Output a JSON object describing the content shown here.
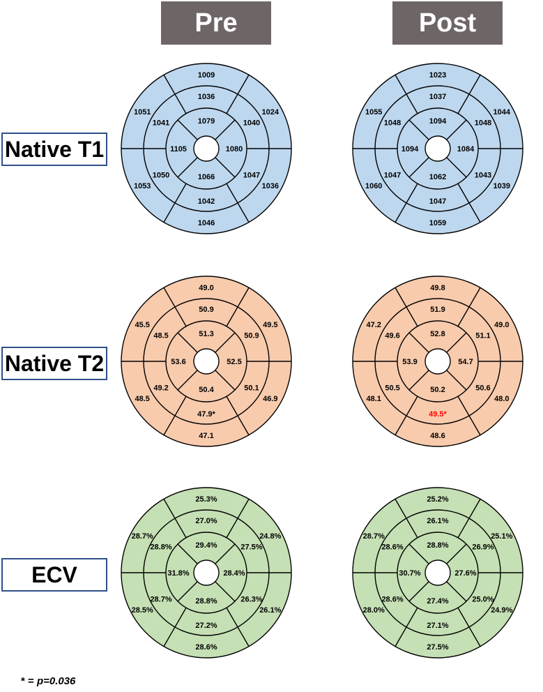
{
  "columns": {
    "pre": "Pre",
    "post": "Post"
  },
  "rows": {
    "t1": "Native T1",
    "t2": "Native T2",
    "ecv": "ECV"
  },
  "footnote": {
    "symbol": "* = ",
    "text": "p=0.036"
  },
  "colors": {
    "t1": "#bdd7ee",
    "t2": "#f8cbad",
    "ecv": "#c5e0b4",
    "highlight": "#ff0000",
    "header_bg": "#6e6566"
  },
  "bullseyes": {
    "t1_pre": {
      "basal": [
        "1009",
        "1024",
        "1036",
        "1046",
        "1053",
        "1051"
      ],
      "mid": [
        "1036",
        "1040",
        "1047",
        "1042",
        "1050",
        "1041"
      ],
      "apical": [
        "1079",
        "1080",
        "1066",
        "1105"
      ]
    },
    "t1_post": {
      "basal": [
        "1023",
        "1044",
        "1039",
        "1059",
        "1060",
        "1055"
      ],
      "mid": [
        "1037",
        "1048",
        "1043",
        "1047",
        "1047",
        "1048"
      ],
      "apical": [
        "1094",
        "1084",
        "1062",
        "1094"
      ]
    },
    "t2_pre": {
      "basal": [
        "49.0",
        "49.5",
        "46.9",
        "47.1",
        "48.5",
        "45.5"
      ],
      "mid": [
        "50.9",
        "50.9",
        "50.1",
        "47.9*",
        "49.2",
        "48.5"
      ],
      "apical": [
        "51.3",
        "52.5",
        "50.4",
        "53.6"
      ]
    },
    "t2_post": {
      "basal": [
        "49.8",
        "49.0",
        "48.0",
        "48.6",
        "48.1",
        "47.2"
      ],
      "mid": [
        "51.9",
        "51.1",
        "50.6",
        "49.5*",
        "50.5",
        "49.6"
      ],
      "apical": [
        "52.8",
        "54.7",
        "50.2",
        "53.9"
      ]
    },
    "ecv_pre": {
      "basal": [
        "25.3%",
        "24.8%",
        "26.1%",
        "28.6%",
        "28.5%",
        "28.7%"
      ],
      "mid": [
        "27.0%",
        "27.5%",
        "26.3%",
        "27.2%",
        "28.7%",
        "28.8%"
      ],
      "apical": [
        "29.4%",
        "28.4%",
        "28.8%",
        "31.8%"
      ]
    },
    "ecv_post": {
      "basal": [
        "25.2%",
        "25.1%",
        "24.9%",
        "27.5%",
        "28.0%",
        "28.7%"
      ],
      "mid": [
        "26.1%",
        "26.9%",
        "25.0%",
        "27.1%",
        "28.6%",
        "28.6%"
      ],
      "apical": [
        "28.8%",
        "27.6%",
        "27.4%",
        "30.7%"
      ]
    }
  }
}
